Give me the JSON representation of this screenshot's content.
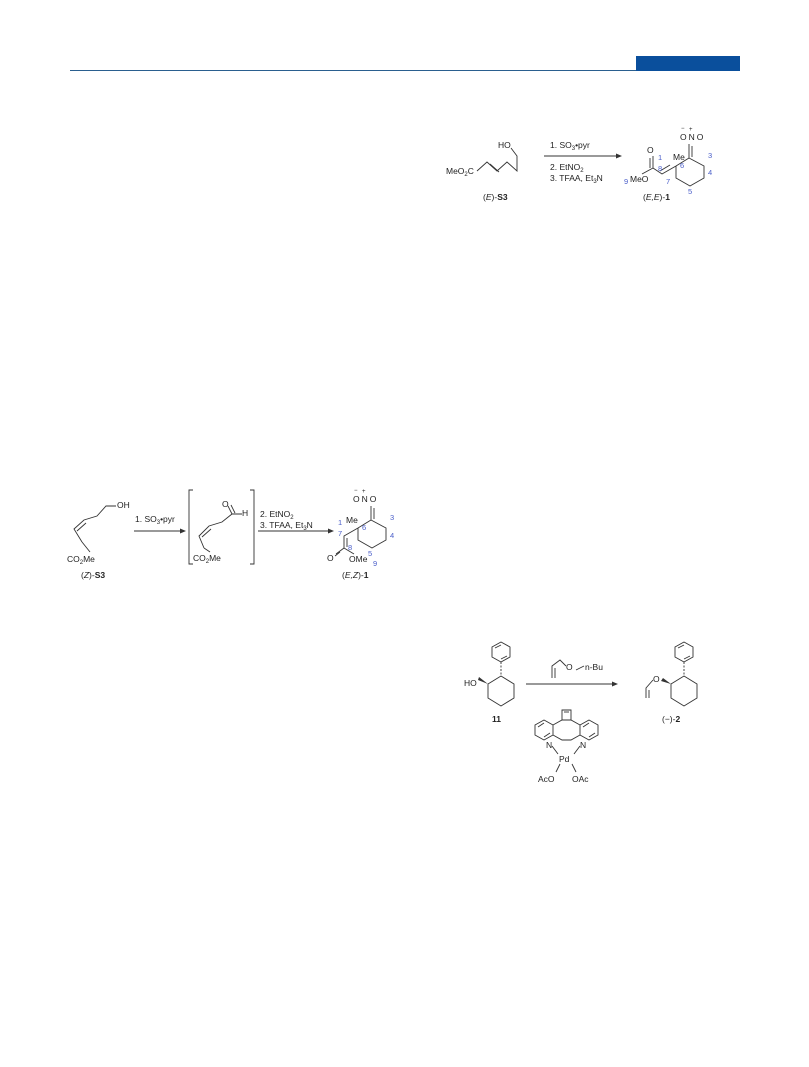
{
  "header": {
    "accent_color": "#0a4f9c",
    "rule_color": "#2a5f8f"
  },
  "schemeA": {
    "reactant": {
      "ho": "HO",
      "ester": "MeO",
      "ester_sub": "2",
      "ester_c": "C",
      "label_pre": "(",
      "label_it": "E",
      "label_mid": ")-",
      "label_bold": "S3"
    },
    "reagents": {
      "r1_pre": "1. SO",
      "r1_sub": "3",
      "r1_post": "•pyr",
      "r2_pre": "2. EtNO",
      "r2_sub": "2",
      "r3_pre": "3. TFAA, Et",
      "r3_sub": "3",
      "r3_post": "N"
    },
    "product": {
      "minus": "−",
      "o_left": "O",
      "plus": "+",
      "n": "N",
      "o_right": "O",
      "me": "Me",
      "o_carbonyl": "O",
      "meo": "MeO",
      "n1": "1",
      "n3": "3",
      "n4": "4",
      "n5": "5",
      "n6": "6",
      "n7": "7",
      "n8": "8",
      "n9": "9",
      "label_pre": "(",
      "label_it": "E,E",
      "label_mid": ")-",
      "label_bold": "1"
    }
  },
  "schemeB": {
    "reactant": {
      "oh": "OH",
      "ester_pre": "CO",
      "ester_sub": "2",
      "ester_post": "Me",
      "label_pre": "(",
      "label_it": "Z",
      "label_mid": ")-",
      "label_bold": "S3"
    },
    "step1": {
      "pre": "1. SO",
      "sub": "3",
      "post": "•pyr"
    },
    "intermediate": {
      "o": "O",
      "h": "H",
      "ester_pre": "CO",
      "ester_sub": "2",
      "ester_post": "Me"
    },
    "step2": {
      "r2_pre": "2. EtNO",
      "r2_sub": "2",
      "r3_pre": "3. TFAA, Et",
      "r3_sub": "3",
      "r3_post": "N"
    },
    "product": {
      "minus": "−",
      "o_left": "O",
      "plus": "+",
      "n": "N",
      "o_right": "O",
      "me": "Me",
      "o_carbonyl": "O",
      "ome": "OMe",
      "n1": "1",
      "n3": "3",
      "n4": "4",
      "n5": "5",
      "n6": "6",
      "n7": "7",
      "n8": "8",
      "n9": "9",
      "label_pre": "(",
      "label_it": "E,Z",
      "label_mid": ")-",
      "label_bold": "1"
    }
  },
  "schemeC": {
    "reactant": {
      "ho": "HO",
      "label": "11"
    },
    "reagent": {
      "o": "O",
      "nbu": "n-Bu"
    },
    "catalyst": {
      "n_left": "N",
      "n_right": "N",
      "pd": "Pd",
      "aco": "AcO",
      "oac": "OAc"
    },
    "product": {
      "o": "O",
      "label_pre": "(−)-",
      "label_bold": "2"
    }
  }
}
